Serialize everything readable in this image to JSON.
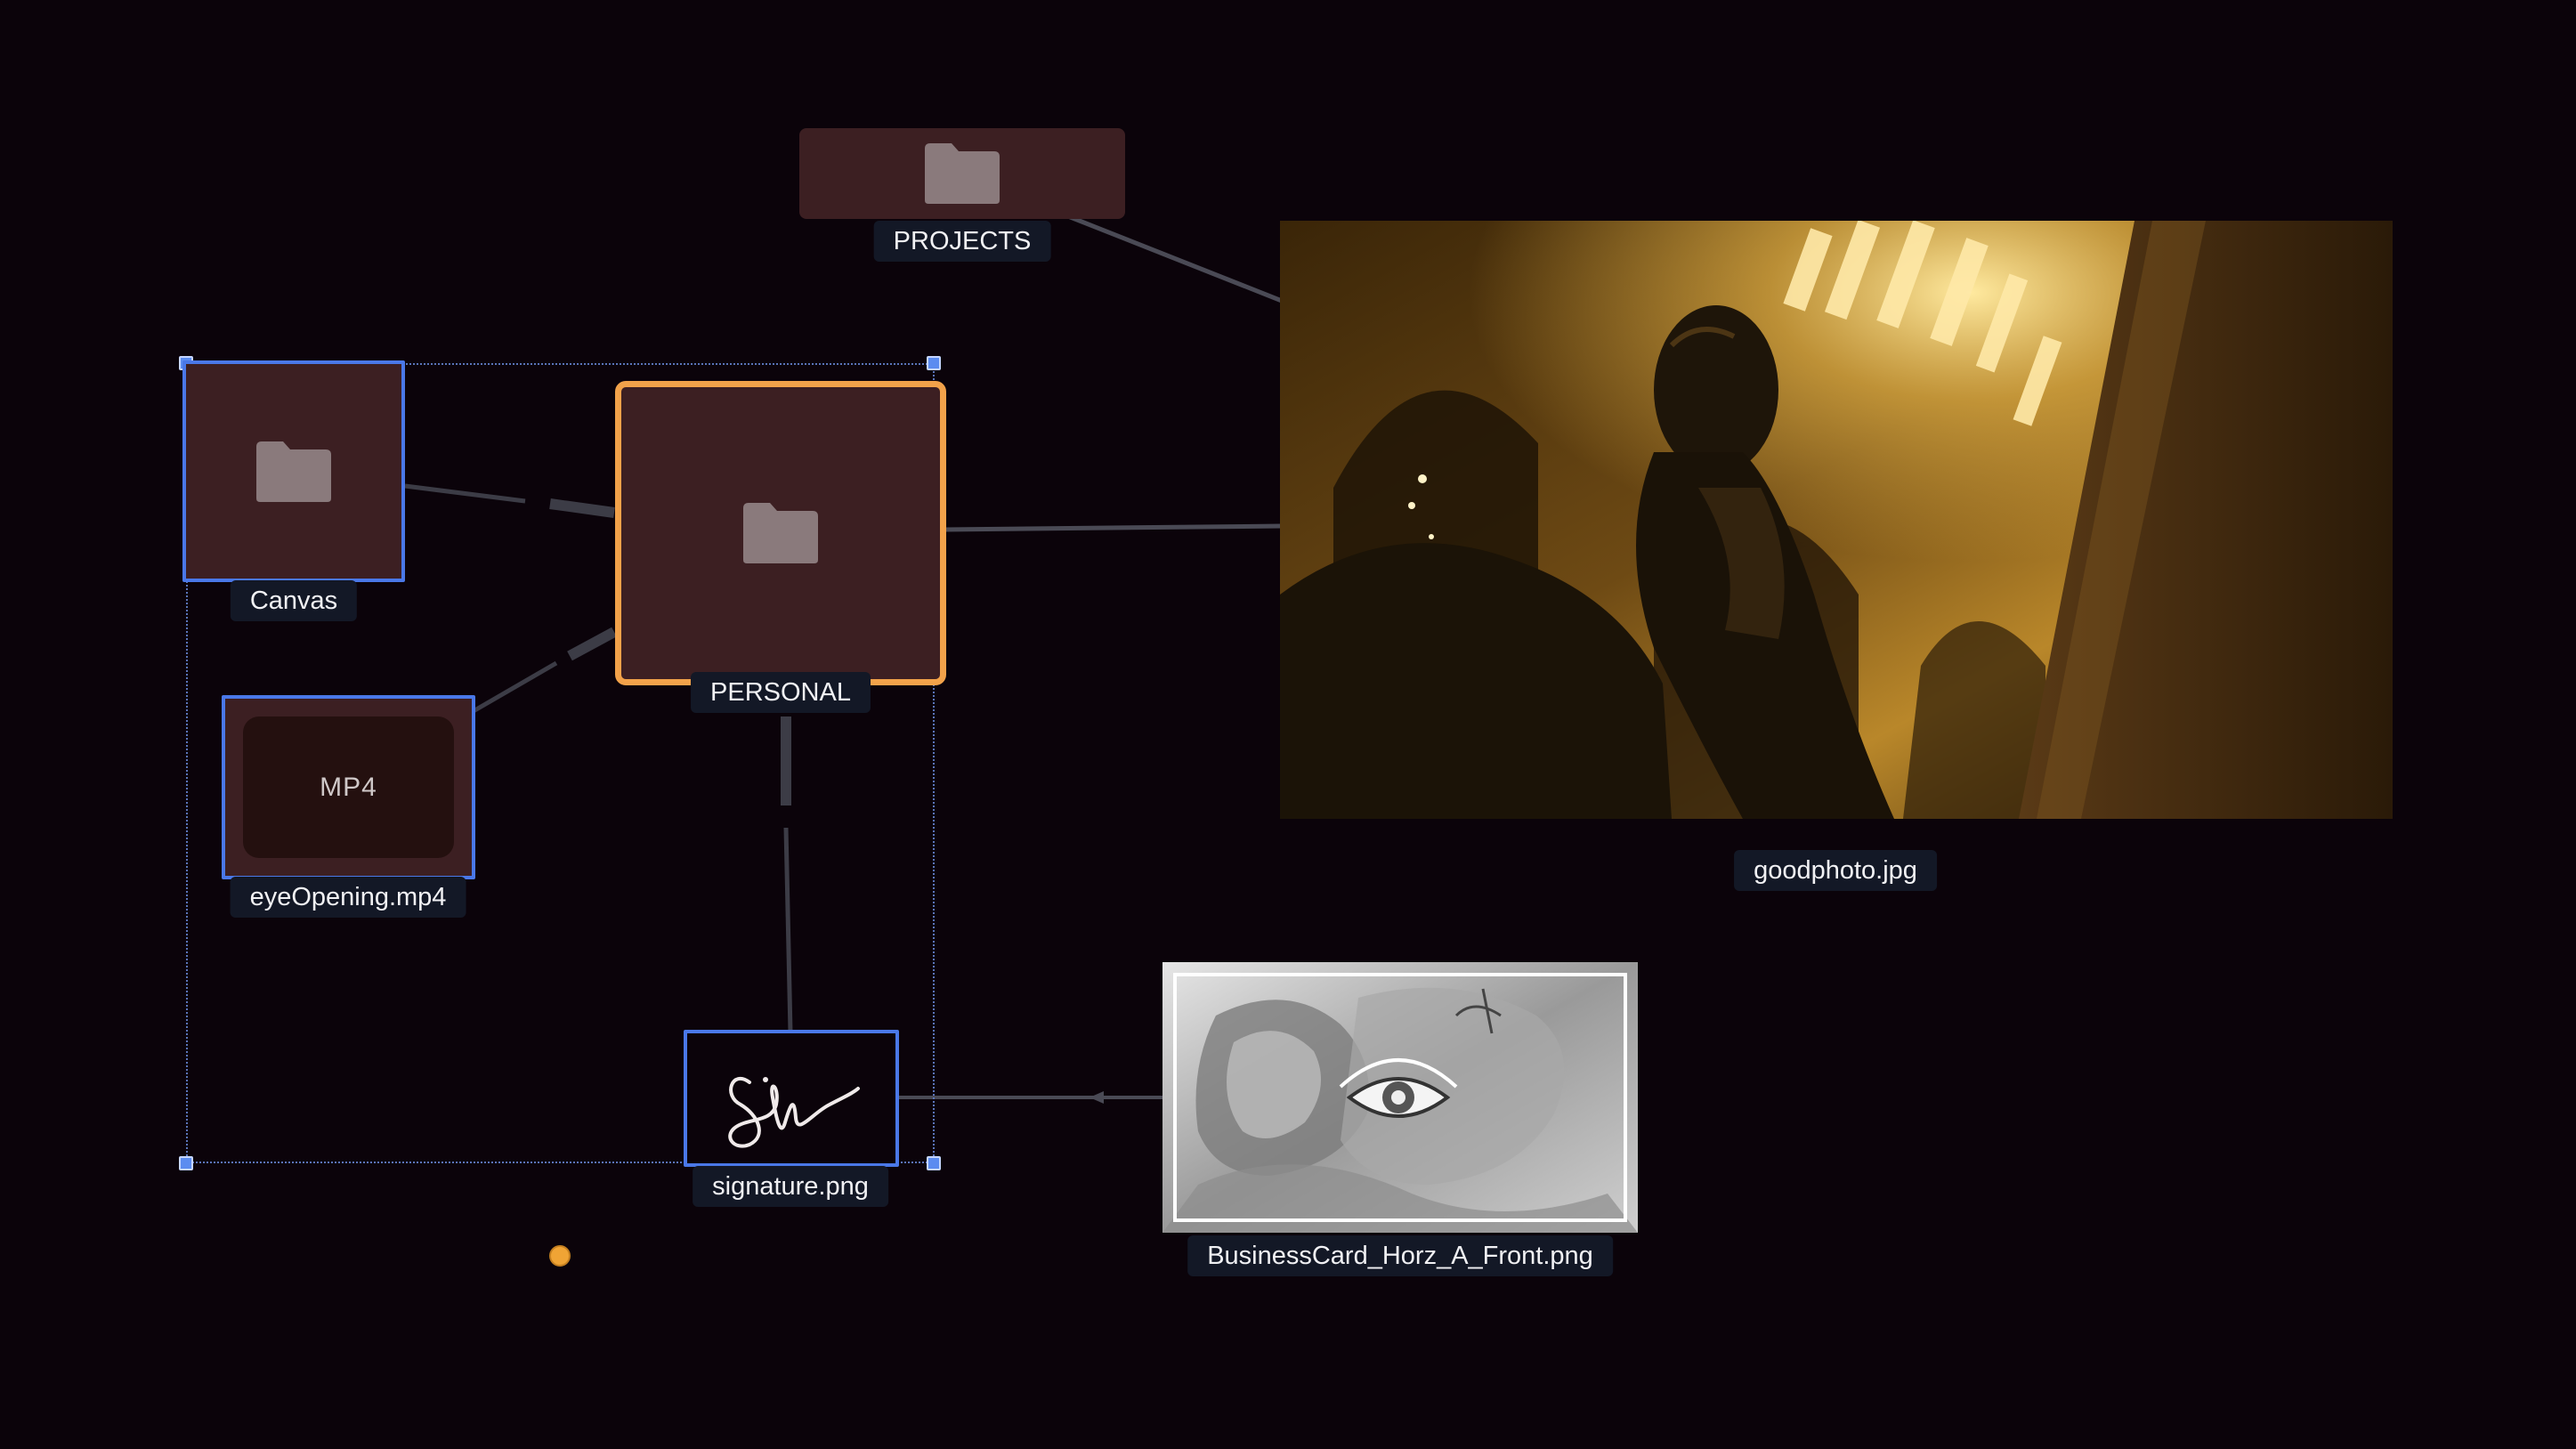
{
  "nodes": {
    "projects": {
      "label": "PROJECTS",
      "icon": "folder-icon"
    },
    "canvas": {
      "label": "Canvas",
      "icon": "folder-icon"
    },
    "personal": {
      "label": "PERSONAL",
      "icon": "folder-icon"
    },
    "eye_opening": {
      "label": "eyeOpening.mp4",
      "badge": "MP4"
    },
    "signature": {
      "label": "signature.png"
    },
    "goodphoto": {
      "label": "goodphoto.jpg"
    },
    "business_card": {
      "label": "BusinessCard_Horz_A_Front.png"
    }
  },
  "colors": {
    "background": "#0b030a",
    "folder_tile": "#3c1f22",
    "folder_glyph": "#8a7a7c",
    "selection_blue": "#4a78e8",
    "active_orange": "#f2a24a",
    "label_bg": "#131826",
    "edge": "#4a4a55",
    "cursor_dot": "#f0a435"
  }
}
